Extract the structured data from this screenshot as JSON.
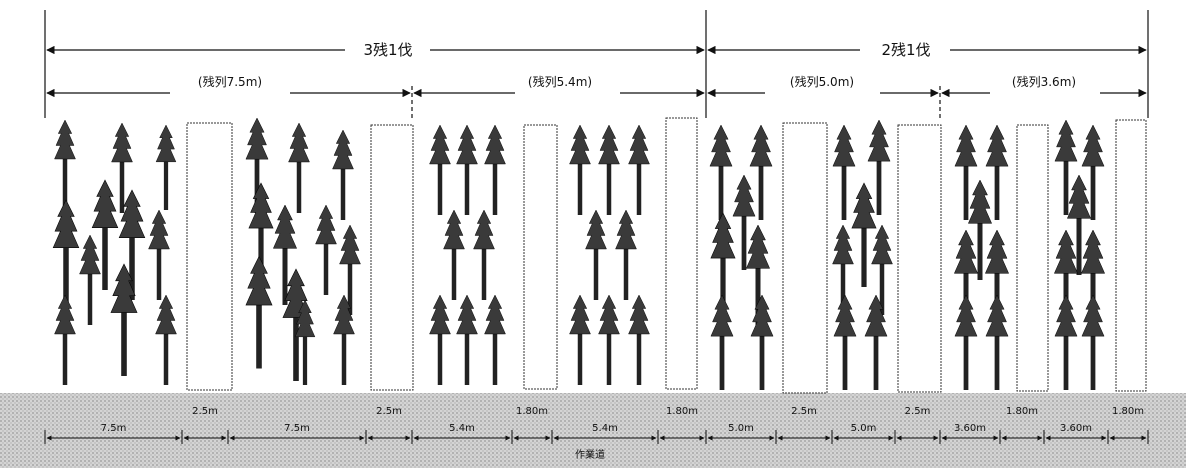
{
  "spans": {
    "top_left": "3残1伐",
    "top_right": "2残1伐"
  },
  "residual_labels": [
    "(残列7.5m)",
    "(残列5.4m)",
    "(残列5.0m)",
    "(残列3.6m)"
  ],
  "road_label": "作業道",
  "bottom_dimensions": [
    {
      "text": "7.5m",
      "kind": "tree"
    },
    {
      "text": "2.5m",
      "kind": "cut"
    },
    {
      "text": "7.5m",
      "kind": "tree"
    },
    {
      "text": "2.5m",
      "kind": "cut"
    },
    {
      "text": "5.4m",
      "kind": "tree"
    },
    {
      "text": "1.80m",
      "kind": "cut"
    },
    {
      "text": "5.4m",
      "kind": "tree"
    },
    {
      "text": "1.80m",
      "kind": "cut"
    },
    {
      "text": "5.0m",
      "kind": "tree"
    },
    {
      "text": "2.5m",
      "kind": "cut"
    },
    {
      "text": "5.0m",
      "kind": "tree"
    },
    {
      "text": "2.5m",
      "kind": "cut"
    },
    {
      "text": "3.60m",
      "kind": "tree"
    },
    {
      "text": "1.80m",
      "kind": "cut"
    },
    {
      "text": "3.60m",
      "kind": "tree"
    },
    {
      "text": "1.80m",
      "kind": "cut"
    }
  ]
}
